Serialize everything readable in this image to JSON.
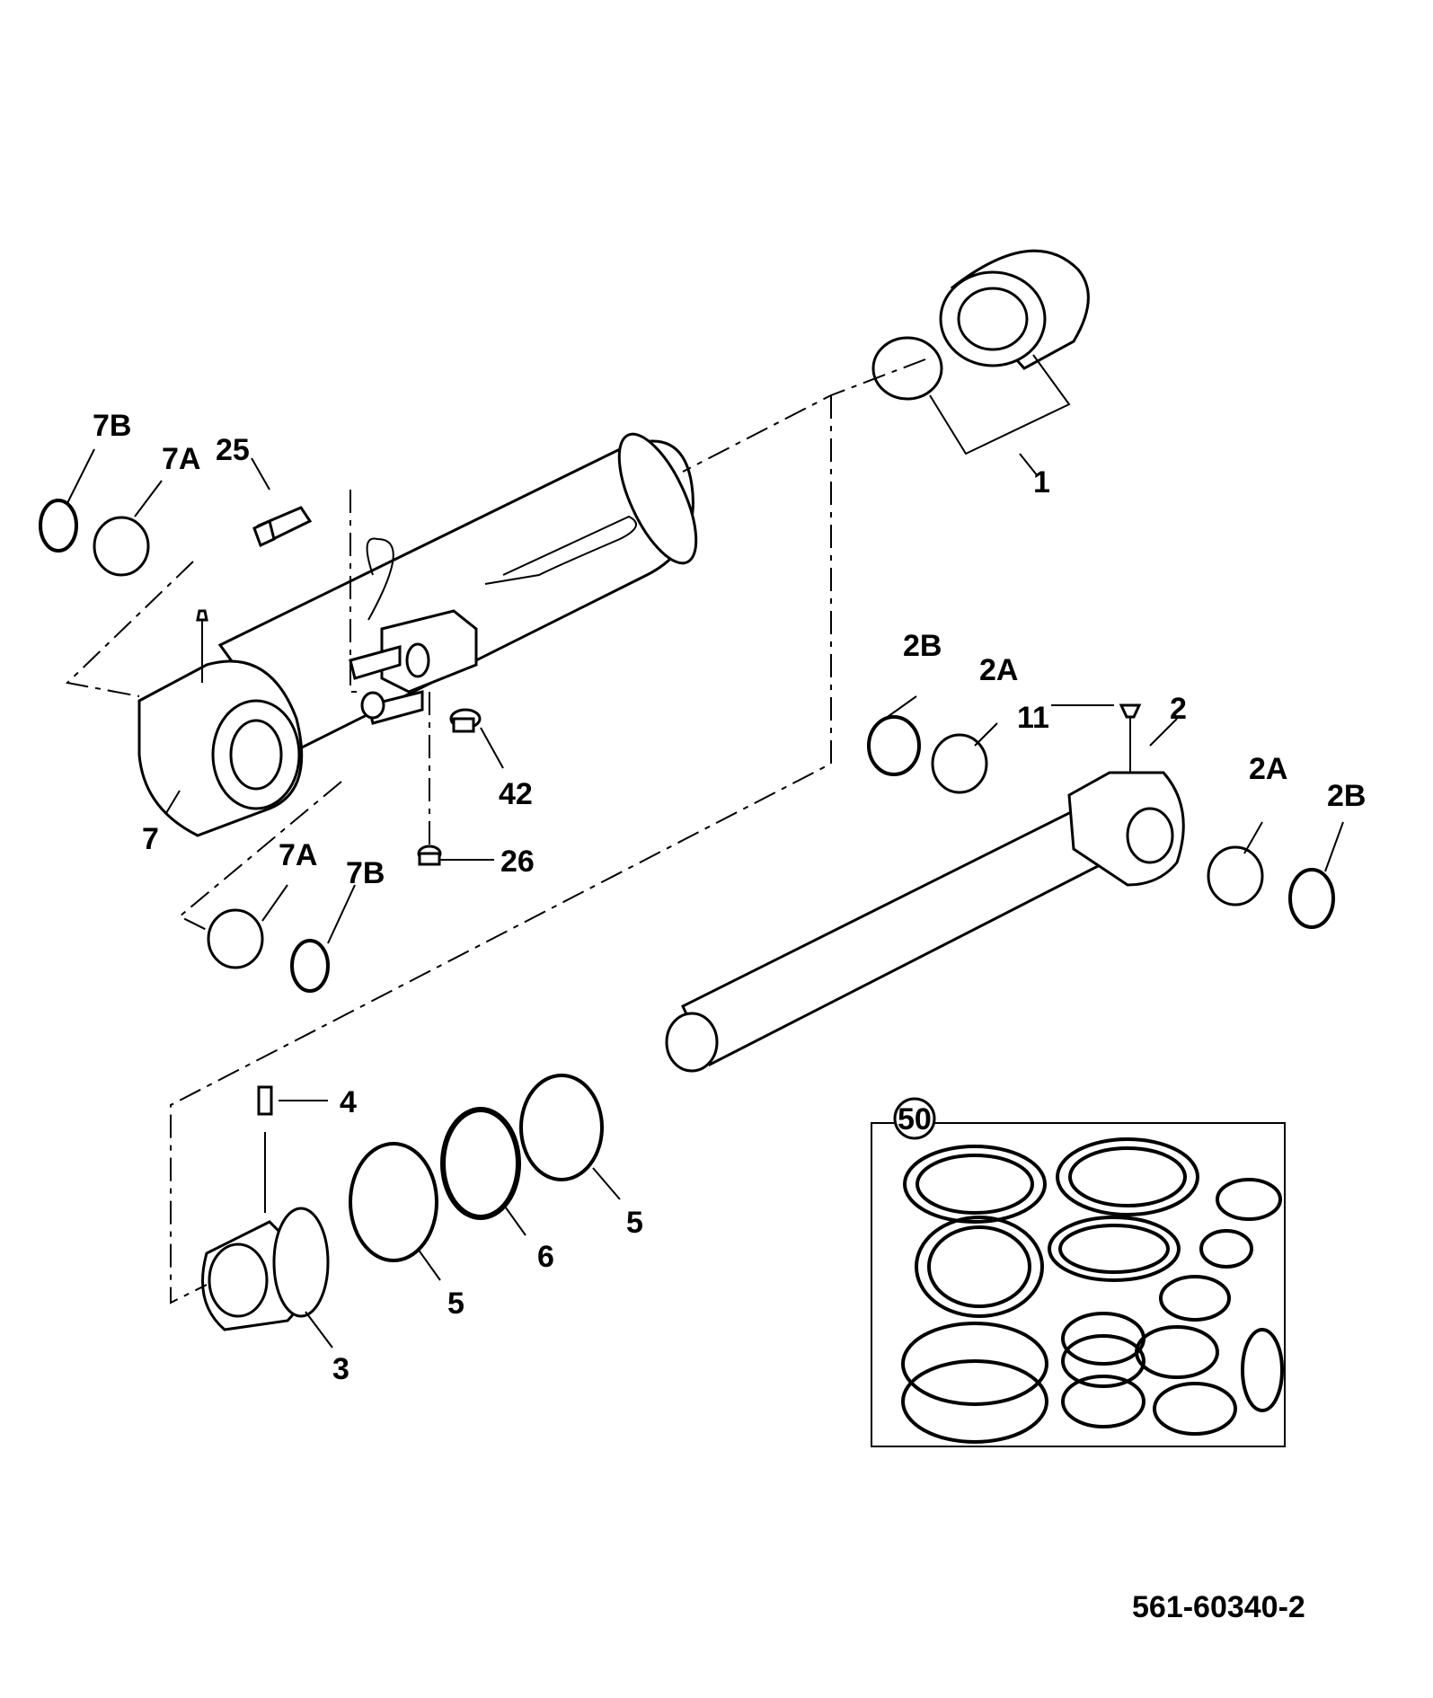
{
  "callouts": {
    "p1": "1",
    "p2": "2",
    "p2a_left": "2A",
    "p2a_right": "2A",
    "p2b_left": "2B",
    "p2b_right": "2B",
    "p3": "3",
    "p4": "4",
    "p5_left": "5",
    "p5_right": "5",
    "p6": "6",
    "p7": "7",
    "p7a_top": "7A",
    "p7a_bottom": "7A",
    "p7b_top": "7B",
    "p7b_bottom": "7B",
    "p11": "11",
    "p25": "25",
    "p26": "26",
    "p42": "42",
    "p50": "50"
  },
  "drawing_number": "561-60340-2"
}
